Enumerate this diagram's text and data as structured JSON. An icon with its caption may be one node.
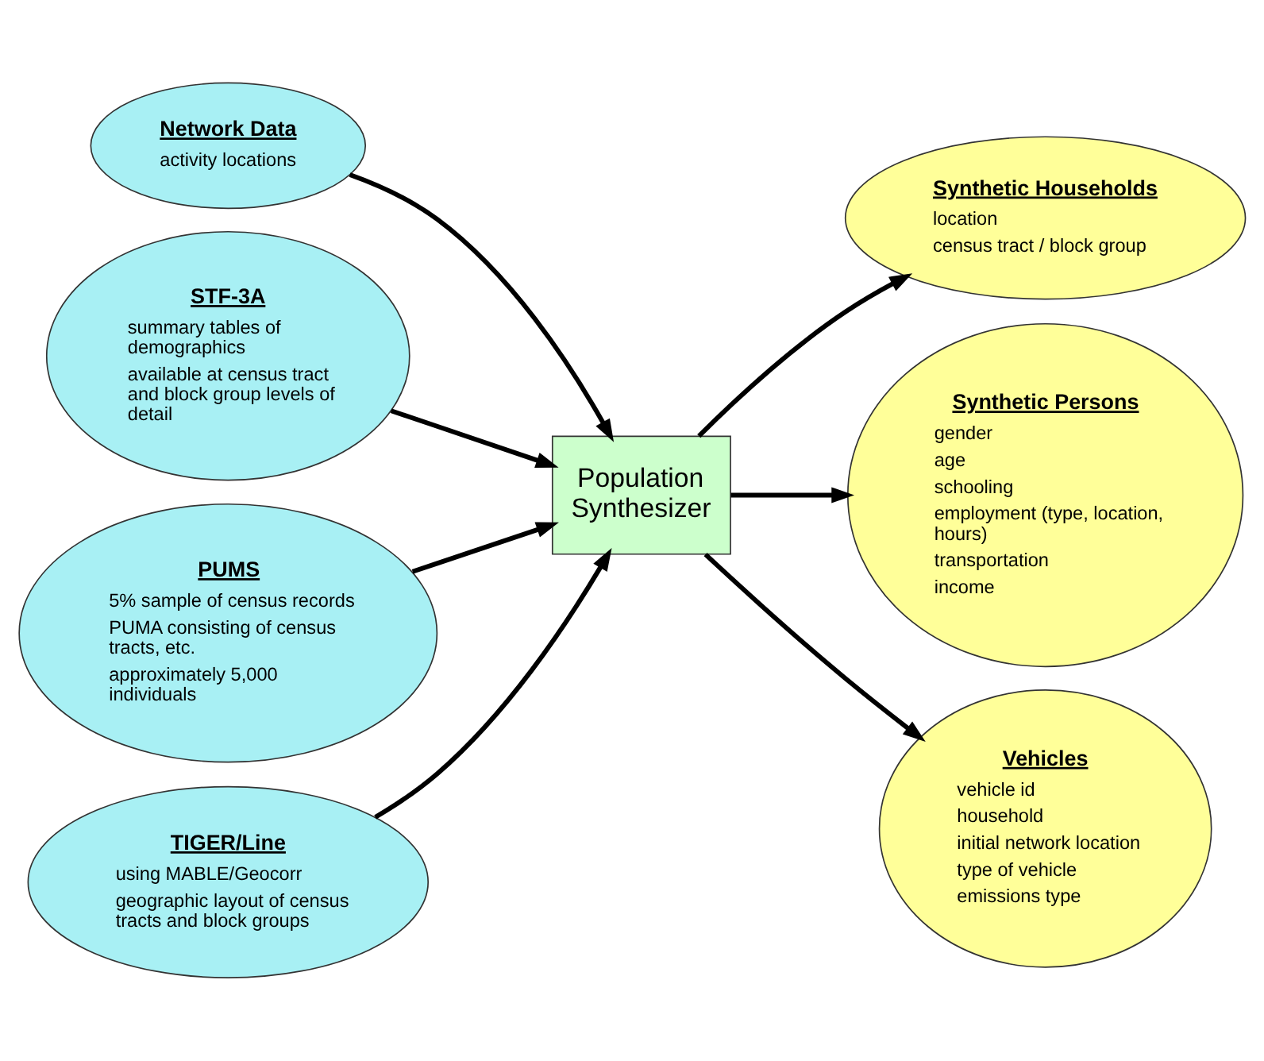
{
  "diagram": {
    "nodes": [
      {
        "text": [
          "Network Data",
          "activity locations"
        ]
      },
      {
        "text": [
          "STF-3A",
          "summary tables of demographics",
          "available at census tract and block group levels of detail"
        ]
      },
      {
        "text": [
          "PUMS",
          "5% sample of census records",
          "PUMA consisting of census tracts, etc.",
          "approximately 5,000 individuals"
        ]
      },
      {
        "text": [
          "TIGER/Line",
          "using MABLE/Geocorr",
          "geographic layout of census tracts and block groups"
        ]
      },
      {
        "text": [
          "Population Synthesizer"
        ]
      },
      {
        "text": [
          "Synthetic Households",
          "location",
          "census tract / block group"
        ]
      },
      {
        "text": [
          "Synthetic Persons",
          "gender",
          "age",
          "schooling",
          "employment (type, location, hours)",
          "transportation",
          "income"
        ]
      },
      {
        "text": [
          "Vehicles",
          "vehicle id",
          "household",
          "initial network location",
          "type of vehicle",
          "emissions type"
        ]
      }
    ],
    "edges": [
      {
        "from": 0,
        "to": 4,
        "arrow": "to"
      },
      {
        "from": 1,
        "to": 4,
        "arrow": "to"
      },
      {
        "from": 2,
        "to": 4,
        "arrow": "to"
      },
      {
        "from": 3,
        "to": 4,
        "arrow": "to"
      },
      {
        "from": 4,
        "to": 5,
        "arrow": "to"
      },
      {
        "from": 4,
        "to": 6,
        "arrow": "to"
      },
      {
        "from": 4,
        "to": 7,
        "arrow": "to"
      }
    ]
  }
}
